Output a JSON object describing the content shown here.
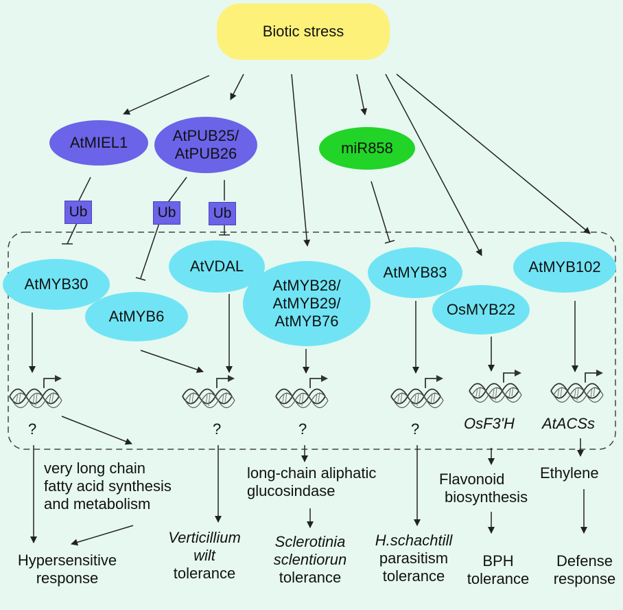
{
  "root": {
    "label": "Biotic stress"
  },
  "regulators": {
    "atmiel1": "AtMIEL1",
    "atpub_line1": "AtPUB25/",
    "atpub_line2": "AtPUB26",
    "mir858": "miR858"
  },
  "ub_label": "Ub",
  "tfs": {
    "atmyb30": "AtMYB30",
    "atmyb6": "AtMYB6",
    "atvdal": "AtVDAL",
    "atmyb28_l1": "AtMYB28/",
    "atmyb28_l2": "AtMYB29/",
    "atmyb28_l3": "AtMYB76",
    "atmyb83": "AtMYB83",
    "osmyb22": "OsMYB22",
    "atmyb102": "AtMYB102"
  },
  "unknown_target": "?",
  "genes": {
    "osf3h": "OsF3'H",
    "atacss": "AtACSs"
  },
  "processes": {
    "vlcfa_l1": "very long chain",
    "vlcfa_l2": "fatty acid synthesis",
    "vlcfa_l3": "and metabolism",
    "glucos_l1": "long-chain aliphatic",
    "glucos_l2": "glucosindase",
    "flav_l1": "Flavonoid",
    "flav_l2": "biosynthesis",
    "ethylene": "Ethylene"
  },
  "outcomes": {
    "hr_l1": "Hypersensitive",
    "hr_l2": "response",
    "vw_l1": "Verticillium",
    "vw_l2": "wilt",
    "vw_l3": "tolerance",
    "ss_l1": "Sclerotinia",
    "ss_l2": "sclentiorun",
    "ss_l3": "tolerance",
    "hs_l1": "H.schachtill",
    "hs_l2": "parasitism",
    "hs_l3": "tolerance",
    "bph_l1": "BPH",
    "bph_l2": "tolerance",
    "def_l1": "Defense",
    "def_l2": "response"
  },
  "colors": {
    "background": "#e6f8ef",
    "root": "#fdf17a",
    "regulator": "#6b63e8",
    "mirna": "#21d427",
    "transcription_factor": "#70e4f4"
  }
}
